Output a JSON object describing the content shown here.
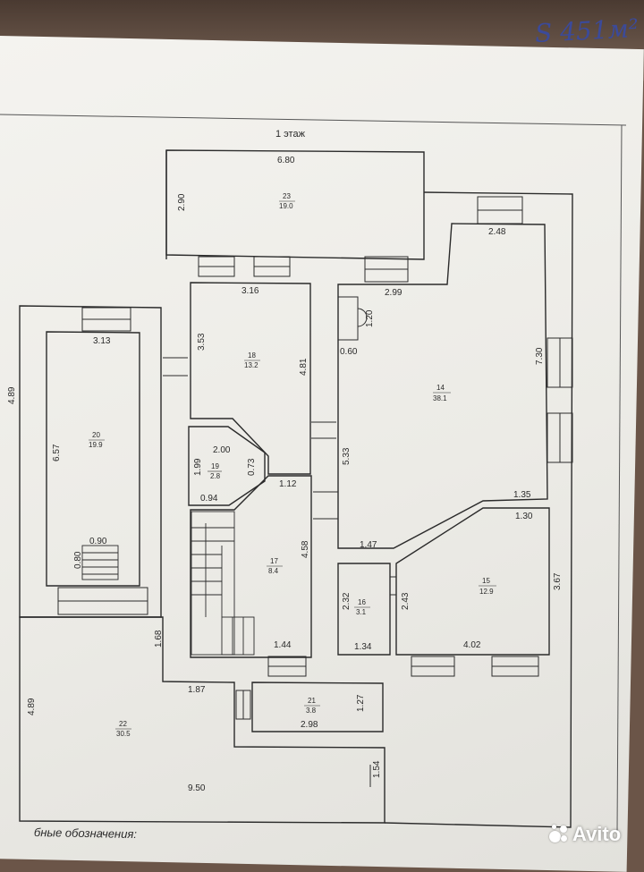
{
  "hand_note": "S 451м²",
  "floor_title": "1 этаж",
  "legend_text": "бные обозначения:",
  "watermark": "Avito",
  "rooms": [
    {
      "id": "r23",
      "num": "23",
      "area": "19.0"
    },
    {
      "id": "r18",
      "num": "18",
      "area": "13.2"
    },
    {
      "id": "r14",
      "num": "14",
      "area": "38.1"
    },
    {
      "id": "r20",
      "num": "20",
      "area": "19.9"
    },
    {
      "id": "r19",
      "num": "19",
      "area": "2.8"
    },
    {
      "id": "r17",
      "num": "17",
      "area": "8.4"
    },
    {
      "id": "r16",
      "num": "16",
      "area": "3.1"
    },
    {
      "id": "r15",
      "num": "15",
      "area": "12.9"
    },
    {
      "id": "r21",
      "num": "21",
      "area": "3.8"
    },
    {
      "id": "r22",
      "num": "22",
      "area": "30.5"
    }
  ],
  "dims": {
    "d680": "6.80",
    "d290": "2.90",
    "d248": "2.48",
    "d316": "3.16",
    "d299": "2.99",
    "d120": "1.20",
    "d060": "0.60",
    "d313": "3.13",
    "d353": "3.53",
    "d481": "4.81",
    "d730": "7.30",
    "d657": "6.57",
    "d200": "2.00",
    "d199": "1.99",
    "d073": "0.73",
    "d094": "0.94",
    "d112": "1.12",
    "d533": "5.33",
    "d135": "1.35",
    "d130": "1.30",
    "d090": "0.90",
    "d080": "0.80",
    "d458": "4.58",
    "d147": "1.47",
    "d367": "3.67",
    "d232": "2.32",
    "d243": "2.43",
    "d168": "1.68",
    "d144": "1.44",
    "d134": "1.34",
    "d402": "4.02",
    "d187": "1.87",
    "d127": "1.27",
    "d298": "2.98",
    "d489": "4.89",
    "d154": "1.54",
    "d950": "9.50",
    "d489b": "4.89"
  }
}
